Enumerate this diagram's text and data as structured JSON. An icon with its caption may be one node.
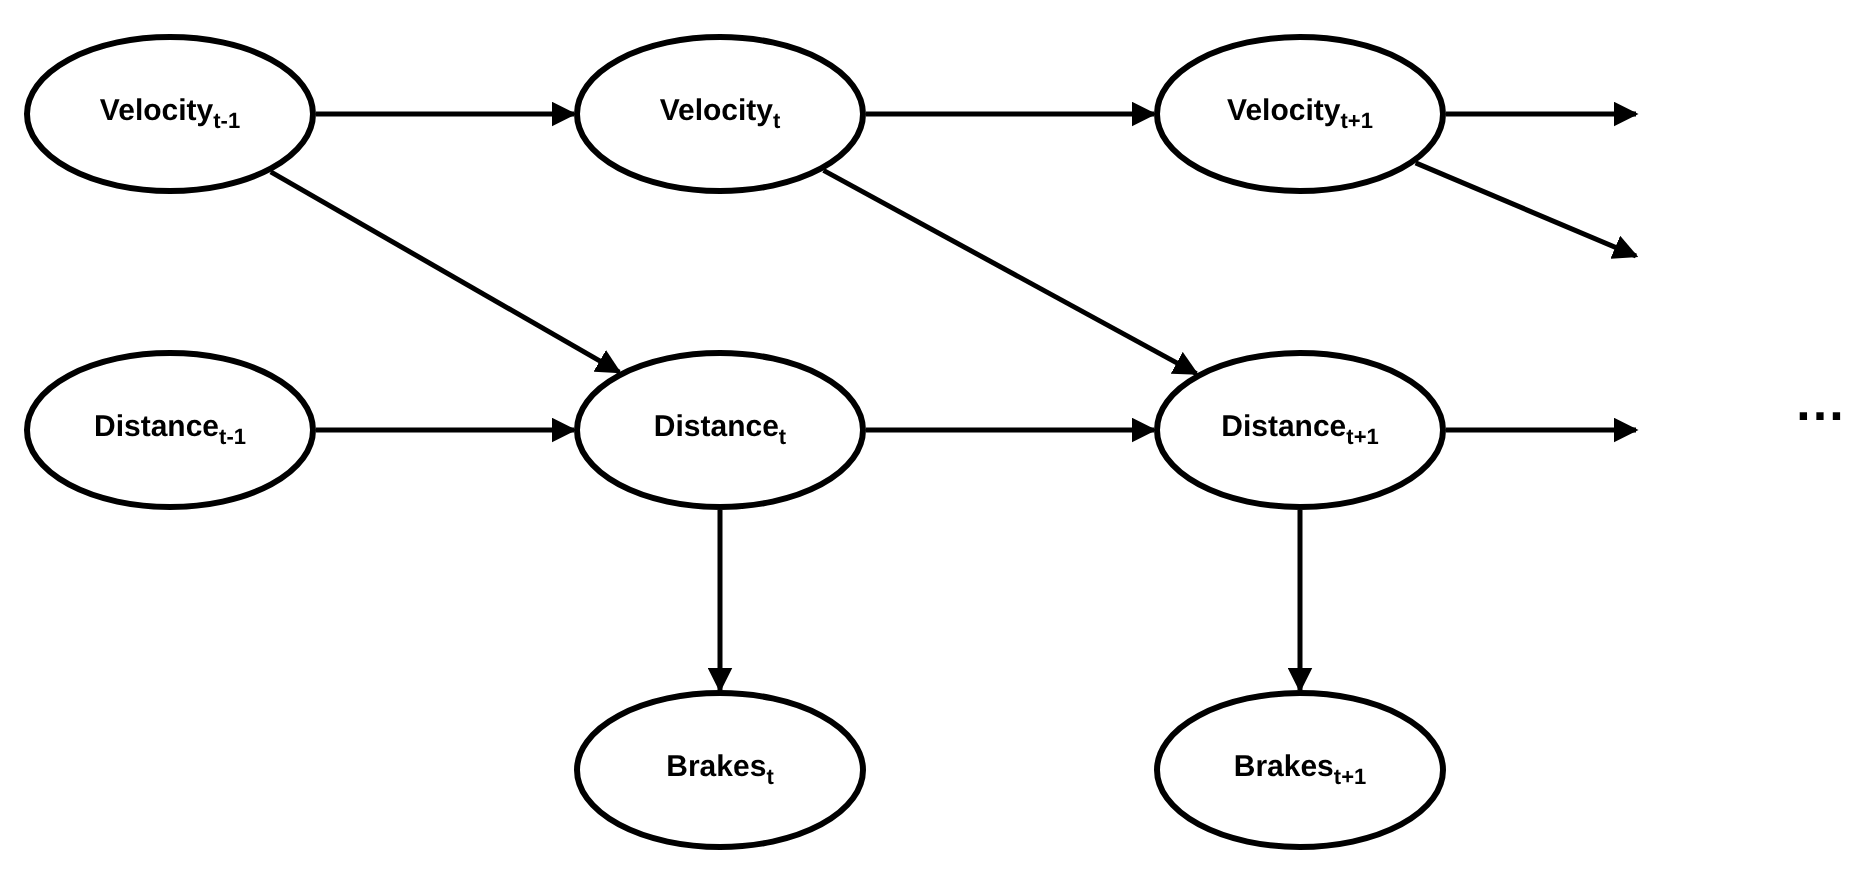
{
  "diagram": {
    "nodes": [
      {
        "text": [
          "Velocity$_{t-1}$"
        ]
      },
      {
        "text": [
          "Velocity$_{t}$"
        ]
      },
      {
        "text": [
          "Velocity$_{t+1}$"
        ]
      },
      {
        "text": [
          "Distance$_{t-1}$"
        ]
      },
      {
        "text": [
          "Distance$_{t}$"
        ]
      },
      {
        "text": [
          "Distance$_{t+1}$"
        ]
      },
      {
        "text": [
          "Brakes$_{t}$"
        ]
      },
      {
        "text": [
          "Brakes$_{t+1}$"
        ]
      }
    ],
    "edges": [
      {
        "from": 0,
        "to": 1,
        "arrow": "to"
      },
      {
        "from": 0,
        "to": 4,
        "arrow": "to"
      },
      {
        "from": 1,
        "to": 2,
        "arrow": "to"
      },
      {
        "from": 1,
        "to": 5,
        "arrow": "to"
      },
      {
        "from": 2,
        "to": null,
        "arrow": "to"
      },
      {
        "from": 2,
        "to": null,
        "arrow": "to"
      },
      {
        "from": 3,
        "to": 4,
        "arrow": "to"
      },
      {
        "from": 4,
        "to": 5,
        "arrow": "to"
      },
      {
        "from": 5,
        "to": null,
        "arrow": "to"
      },
      {
        "from": 4,
        "to": 6,
        "arrow": "to"
      },
      {
        "from": 5,
        "to": 7,
        "arrow": "to"
      }
    ],
    "labels": [
      "…"
    ]
  }
}
